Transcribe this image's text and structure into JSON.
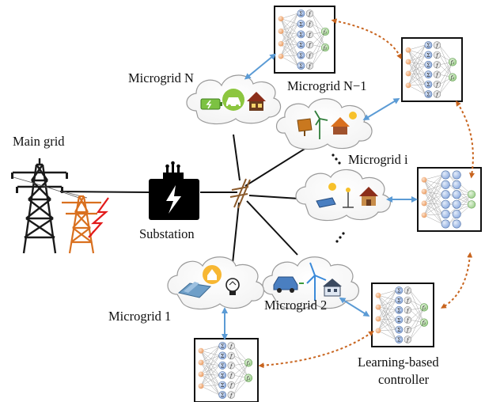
{
  "labels": {
    "main_grid": "Main grid",
    "substation": "Substation",
    "microgrid_n": "Microgrid N",
    "microgrid_n_minus_1": "Microgrid N−1",
    "microgrid_i": "Microgrid i",
    "microgrid_2": "Microgrid 2",
    "microgrid_1": "Microgrid 1",
    "controller_line1": "Learning-based",
    "controller_line2": "controller"
  },
  "neuron_symbols": {
    "sum": "Σ",
    "activation": "f",
    "out1": "f₁",
    "out2": "f₂"
  },
  "ellipsis": "⋰",
  "colors": {
    "tower_dark": "#1a1a1a",
    "tower_orange": "#d9701f",
    "lightning": "#e21b1b",
    "neuron_blue": "#a9c1e8",
    "neuron_orange": "#f0b48a",
    "neuron_green": "#bfe0b4",
    "comm_orange": "#c8641e",
    "comm_blue": "#5b9bd5",
    "cloud_edge": "#9a9a9a",
    "bus_brown": "#8b5a2b"
  },
  "icons": [
    "transmission-tower-icon",
    "substation-transformer-icon",
    "bus-junction-icon",
    "battery-icon",
    "electric-car-icon",
    "house-icon",
    "solar-panel-icon",
    "wind-turbine-icon",
    "smart-home-icon",
    "solar-farm-icon",
    "factory-icon",
    "lightbulb-icon"
  ]
}
